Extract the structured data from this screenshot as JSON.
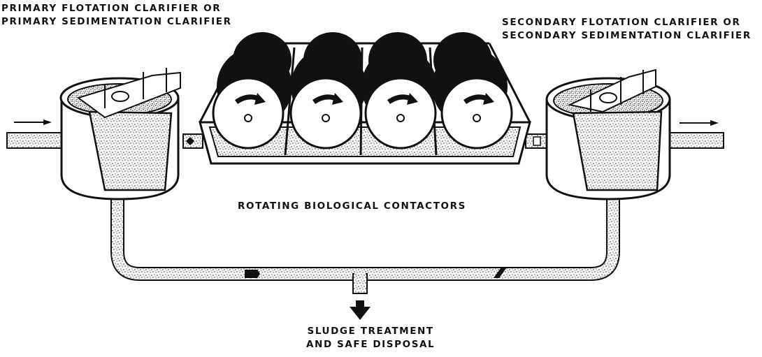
{
  "labels": {
    "primary_line1": "PRIMARY FLOTATION CLARIFIER OR",
    "primary_line2": "PRIMARY SEDIMENTATION CLARIFIER",
    "secondary_line1": "SECONDARY FLOTATION CLARIFIER OR",
    "secondary_line2": "SECONDARY SEDIMENTATION CLARIFIER",
    "rbc": "ROTATING BIOLOGICAL CONTACTORS",
    "sludge_line1": "SLUDGE TREATMENT",
    "sludge_line2": "AND SAFE DISPOSAL"
  },
  "colors": {
    "ink": "#111111",
    "fill": "#ffffff"
  }
}
